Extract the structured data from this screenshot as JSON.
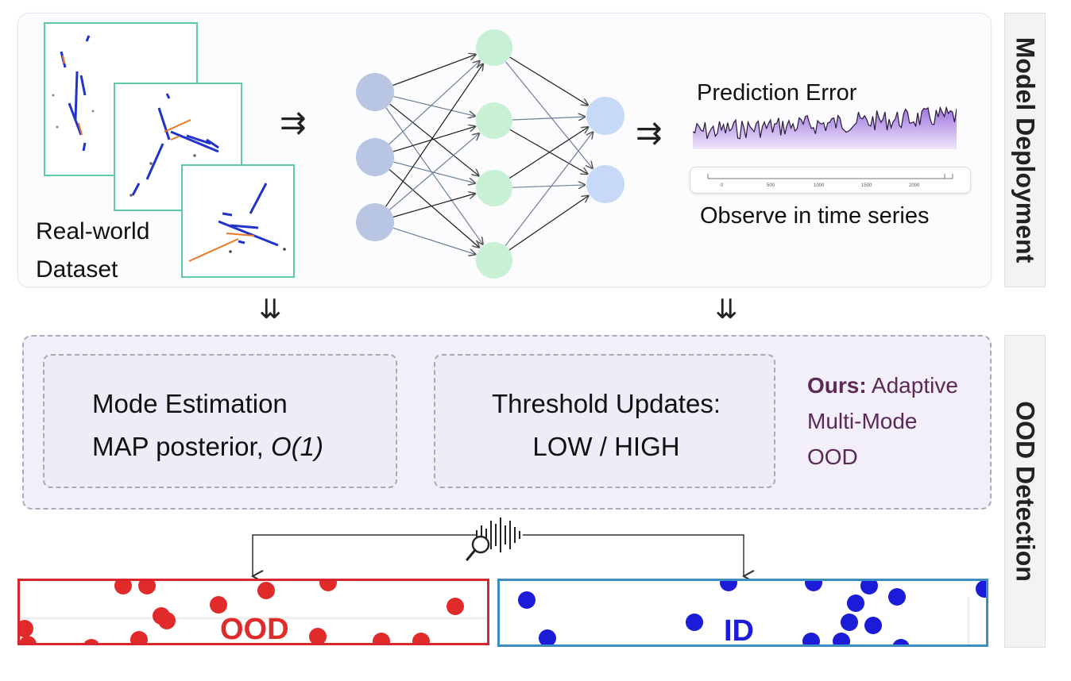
{
  "deployment": {
    "side_label": "Model Deployment",
    "dataset_label_line1": "Real-world",
    "dataset_label_line2": "Dataset",
    "arrow_glyph": "⇉",
    "prediction_error_label": "Prediction Error",
    "observe_label": "Observe in time series",
    "timeline_ticks": [
      "0",
      "500",
      "1000",
      "1500",
      "2000"
    ]
  },
  "transition": {
    "down_arrow_glyph": "⇊"
  },
  "detection": {
    "side_label": "OOD Detection",
    "mode_estimation_line1": "Mode Estimation",
    "mode_estimation_line2_prefix": "MAP posterior, ",
    "mode_estimation_line2_complexity": "O(1)",
    "threshold_line1": "Threshold Updates:",
    "threshold_line2": "LOW / HIGH",
    "ours_bold": "Ours:",
    "ours_line1_rest": " Adaptive",
    "ours_line2": "Multi-Mode",
    "ours_line3": "OOD"
  },
  "results": {
    "ood_label": "OOD",
    "id_label": "ID"
  },
  "colors": {
    "map_border": "#5cc9a8",
    "input_node": "#b9c6e3",
    "hidden_node": "#c8f0d4",
    "output_node": "#c6daf7",
    "signal_fill": "#b592e6",
    "ood_red": "#e12a2a",
    "id_blue": "#1b1bd8",
    "ood_box_border": "#d9262c",
    "id_box_border": "#3b8ec4"
  }
}
